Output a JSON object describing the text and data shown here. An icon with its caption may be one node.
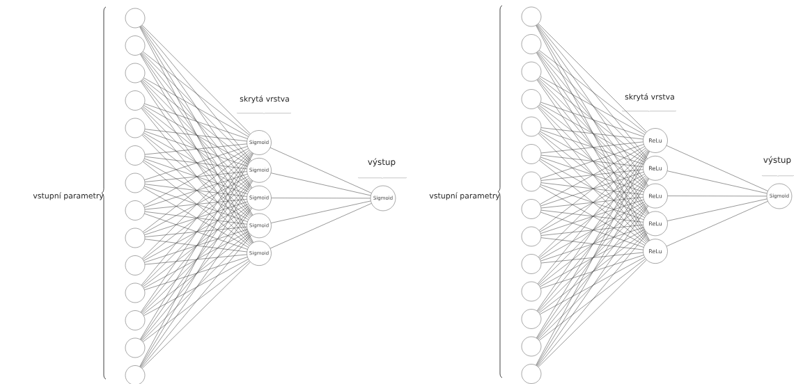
{
  "diagram": {
    "nodes": [
      {
        "text": [],
        "shape": "circle"
      },
      {
        "text": [],
        "shape": "circle"
      },
      {
        "text": [],
        "shape": "circle"
      },
      {
        "text": [],
        "shape": "circle"
      },
      {
        "text": [],
        "shape": "circle"
      },
      {
        "text": [],
        "shape": "circle"
      },
      {
        "text": [],
        "shape": "circle"
      },
      {
        "text": [],
        "shape": "circle"
      },
      {
        "text": [],
        "shape": "circle"
      },
      {
        "text": [],
        "shape": "circle"
      },
      {
        "text": [],
        "shape": "circle"
      },
      {
        "text": [],
        "shape": "circle"
      },
      {
        "text": [],
        "shape": "circle"
      },
      {
        "text": [],
        "shape": "circle"
      },
      {
        "text": [
          "Sigmoid"
        ]
      },
      {
        "text": [
          "Sigmoid"
        ]
      },
      {
        "text": [
          "Sigmoid"
        ]
      },
      {
        "text": [
          "Sigmoid"
        ]
      },
      {
        "text": [
          "Sigmoid"
        ]
      },
      {
        "text": [
          "Sigmoid"
        ]
      },
      {
        "text": [],
        "shape": "circle"
      },
      {
        "text": [],
        "shape": "circle"
      },
      {
        "text": [],
        "shape": "circle"
      },
      {
        "text": [],
        "shape": "circle"
      },
      {
        "text": [],
        "shape": "circle"
      },
      {
        "text": [],
        "shape": "circle"
      },
      {
        "text": [],
        "shape": "circle"
      },
      {
        "text": [],
        "shape": "circle"
      },
      {
        "text": [],
        "shape": "circle"
      },
      {
        "text": [],
        "shape": "circle"
      },
      {
        "text": [],
        "shape": "circle"
      },
      {
        "text": [],
        "shape": "circle"
      },
      {
        "text": [],
        "shape": "circle"
      },
      {
        "text": [],
        "shape": "circle"
      },
      {
        "text": [
          "ReLu"
        ]
      },
      {
        "text": [
          "ReLu"
        ]
      },
      {
        "text": [
          "ReLu"
        ]
      },
      {
        "text": [
          "ReLu"
        ]
      },
      {
        "text": [
          "ReLu"
        ]
      },
      {
        "text": [
          "Sigmoid"
        ]
      }
    ],
    "edges": [
      {
        "from": 0,
        "to": 14,
        "arrow": "none"
      },
      {
        "from": 0,
        "to": 15,
        "arrow": "none"
      },
      {
        "from": 0,
        "to": 16,
        "arrow": "none"
      },
      {
        "from": 0,
        "to": 17,
        "arrow": "none"
      },
      {
        "from": 0,
        "to": 18,
        "arrow": "none"
      },
      {
        "from": 1,
        "to": 14,
        "arrow": "none"
      },
      {
        "from": 1,
        "to": 15,
        "arrow": "none"
      },
      {
        "from": 1,
        "to": 16,
        "arrow": "none"
      },
      {
        "from": 1,
        "to": 17,
        "arrow": "none"
      },
      {
        "from": 1,
        "to": 18,
        "arrow": "none"
      },
      {
        "from": 2,
        "to": 14,
        "arrow": "none"
      },
      {
        "from": 2,
        "to": 15,
        "arrow": "none"
      },
      {
        "from": 2,
        "to": 16,
        "arrow": "none"
      },
      {
        "from": 2,
        "to": 17,
        "arrow": "none"
      },
      {
        "from": 2,
        "to": 18,
        "arrow": "none"
      },
      {
        "from": 3,
        "to": 14,
        "arrow": "none"
      },
      {
        "from": 3,
        "to": 15,
        "arrow": "none"
      },
      {
        "from": 3,
        "to": 16,
        "arrow": "none"
      },
      {
        "from": 3,
        "to": 17,
        "arrow": "none"
      },
      {
        "from": 3,
        "to": 18,
        "arrow": "none"
      },
      {
        "from": 4,
        "to": 14,
        "arrow": "none"
      },
      {
        "from": 4,
        "to": 15,
        "arrow": "none"
      },
      {
        "from": 4,
        "to": 16,
        "arrow": "none"
      },
      {
        "from": 4,
        "to": 17,
        "arrow": "none"
      },
      {
        "from": 4,
        "to": 18,
        "arrow": "none"
      },
      {
        "from": 5,
        "to": 14,
        "arrow": "none"
      },
      {
        "from": 5,
        "to": 15,
        "arrow": "none"
      },
      {
        "from": 5,
        "to": 16,
        "arrow": "none"
      },
      {
        "from": 5,
        "to": 17,
        "arrow": "none"
      },
      {
        "from": 5,
        "to": 18,
        "arrow": "none"
      },
      {
        "from": 6,
        "to": 14,
        "arrow": "none"
      },
      {
        "from": 6,
        "to": 15,
        "arrow": "none"
      },
      {
        "from": 6,
        "to": 16,
        "arrow": "none"
      },
      {
        "from": 6,
        "to": 17,
        "arrow": "none"
      },
      {
        "from": 6,
        "to": 18,
        "arrow": "none"
      },
      {
        "from": 7,
        "to": 14,
        "arrow": "none"
      },
      {
        "from": 7,
        "to": 15,
        "arrow": "none"
      },
      {
        "from": 7,
        "to": 16,
        "arrow": "none"
      },
      {
        "from": 7,
        "to": 17,
        "arrow": "none"
      },
      {
        "from": 7,
        "to": 18,
        "arrow": "none"
      },
      {
        "from": 8,
        "to": 14,
        "arrow": "none"
      },
      {
        "from": 8,
        "to": 15,
        "arrow": "none"
      },
      {
        "from": 8,
        "to": 16,
        "arrow": "none"
      },
      {
        "from": 8,
        "to": 17,
        "arrow": "none"
      },
      {
        "from": 8,
        "to": 18,
        "arrow": "none"
      },
      {
        "from": 9,
        "to": 14,
        "arrow": "none"
      },
      {
        "from": 9,
        "to": 15,
        "arrow": "none"
      },
      {
        "from": 9,
        "to": 16,
        "arrow": "none"
      },
      {
        "from": 9,
        "to": 17,
        "arrow": "none"
      },
      {
        "from": 9,
        "to": 18,
        "arrow": "none"
      },
      {
        "from": 10,
        "to": 14,
        "arrow": "none"
      },
      {
        "from": 10,
        "to": 15,
        "arrow": "none"
      },
      {
        "from": 10,
        "to": 16,
        "arrow": "none"
      },
      {
        "from": 10,
        "to": 17,
        "arrow": "none"
      },
      {
        "from": 10,
        "to": 18,
        "arrow": "none"
      },
      {
        "from": 11,
        "to": 14,
        "arrow": "none"
      },
      {
        "from": 11,
        "to": 15,
        "arrow": "none"
      },
      {
        "from": 11,
        "to": 16,
        "arrow": "none"
      },
      {
        "from": 11,
        "to": 17,
        "arrow": "none"
      },
      {
        "from": 11,
        "to": 18,
        "arrow": "none"
      },
      {
        "from": 12,
        "to": 14,
        "arrow": "none"
      },
      {
        "from": 12,
        "to": 15,
        "arrow": "none"
      },
      {
        "from": 12,
        "to": 16,
        "arrow": "none"
      },
      {
        "from": 12,
        "to": 17,
        "arrow": "none"
      },
      {
        "from": 12,
        "to": 18,
        "arrow": "none"
      },
      {
        "from": 13,
        "to": 14,
        "arrow": "none"
      },
      {
        "from": 13,
        "to": 15,
        "arrow": "none"
      },
      {
        "from": 13,
        "to": 16,
        "arrow": "none"
      },
      {
        "from": 13,
        "to": 17,
        "arrow": "none"
      },
      {
        "from": 13,
        "to": 18,
        "arrow": "none"
      },
      {
        "from": 14,
        "to": 19,
        "arrow": "none"
      },
      {
        "from": 15,
        "to": 19,
        "arrow": "none"
      },
      {
        "from": 16,
        "to": 19,
        "arrow": "none"
      },
      {
        "from": 17,
        "to": 19,
        "arrow": "none"
      },
      {
        "from": 18,
        "to": 19,
        "arrow": "none"
      },
      {
        "from": 20,
        "to": 34,
        "arrow": "none"
      },
      {
        "from": 20,
        "to": 35,
        "arrow": "none"
      },
      {
        "from": 20,
        "to": 36,
        "arrow": "none"
      },
      {
        "from": 20,
        "to": 37,
        "arrow": "none"
      },
      {
        "from": 20,
        "to": 38,
        "arrow": "none"
      },
      {
        "from": 21,
        "to": 34,
        "arrow": "none"
      },
      {
        "from": 21,
        "to": 35,
        "arrow": "none"
      },
      {
        "from": 21,
        "to": 36,
        "arrow": "none"
      },
      {
        "from": 21,
        "to": 37,
        "arrow": "none"
      },
      {
        "from": 21,
        "to": 38,
        "arrow": "none"
      },
      {
        "from": 22,
        "to": 34,
        "arrow": "none"
      },
      {
        "from": 22,
        "to": 35,
        "arrow": "none"
      },
      {
        "from": 22,
        "to": 36,
        "arrow": "none"
      },
      {
        "from": 22,
        "to": 37,
        "arrow": "none"
      },
      {
        "from": 22,
        "to": 38,
        "arrow": "none"
      },
      {
        "from": 23,
        "to": 34,
        "arrow": "none"
      },
      {
        "from": 23,
        "to": 35,
        "arrow": "none"
      },
      {
        "from": 23,
        "to": 36,
        "arrow": "none"
      },
      {
        "from": 23,
        "to": 37,
        "arrow": "none"
      },
      {
        "from": 23,
        "to": 38,
        "arrow": "none"
      },
      {
        "from": 24,
        "to": 34,
        "arrow": "none"
      },
      {
        "from": 24,
        "to": 35,
        "arrow": "none"
      },
      {
        "from": 24,
        "to": 36,
        "arrow": "none"
      },
      {
        "from": 24,
        "to": 37,
        "arrow": "none"
      },
      {
        "from": 24,
        "to": 38,
        "arrow": "none"
      },
      {
        "from": 25,
        "to": 34,
        "arrow": "none"
      },
      {
        "from": 25,
        "to": 35,
        "arrow": "none"
      },
      {
        "from": 25,
        "to": 36,
        "arrow": "none"
      },
      {
        "from": 25,
        "to": 37,
        "arrow": "none"
      },
      {
        "from": 25,
        "to": 38,
        "arrow": "none"
      },
      {
        "from": 26,
        "to": 34,
        "arrow": "none"
      },
      {
        "from": 26,
        "to": 35,
        "arrow": "none"
      },
      {
        "from": 26,
        "to": 36,
        "arrow": "none"
      },
      {
        "from": 26,
        "to": 37,
        "arrow": "none"
      },
      {
        "from": 26,
        "to": 38,
        "arrow": "none"
      },
      {
        "from": 27,
        "to": 34,
        "arrow": "none"
      },
      {
        "from": 27,
        "to": 35,
        "arrow": "none"
      },
      {
        "from": 27,
        "to": 36,
        "arrow": "none"
      },
      {
        "from": 27,
        "to": 37,
        "arrow": "none"
      },
      {
        "from": 27,
        "to": 38,
        "arrow": "none"
      },
      {
        "from": 28,
        "to": 34,
        "arrow": "none"
      },
      {
        "from": 28,
        "to": 35,
        "arrow": "none"
      },
      {
        "from": 28,
        "to": 36,
        "arrow": "none"
      },
      {
        "from": 28,
        "to": 37,
        "arrow": "none"
      },
      {
        "from": 28,
        "to": 38,
        "arrow": "none"
      },
      {
        "from": 29,
        "to": 34,
        "arrow": "none"
      },
      {
        "from": 29,
        "to": 35,
        "arrow": "none"
      },
      {
        "from": 29,
        "to": 36,
        "arrow": "none"
      },
      {
        "from": 29,
        "to": 37,
        "arrow": "none"
      },
      {
        "from": 29,
        "to": 38,
        "arrow": "none"
      },
      {
        "from": 30,
        "to": 34,
        "arrow": "none"
      },
      {
        "from": 30,
        "to": 35,
        "arrow": "none"
      },
      {
        "from": 30,
        "to": 36,
        "arrow": "none"
      },
      {
        "from": 30,
        "to": 37,
        "arrow": "none"
      },
      {
        "from": 30,
        "to": 38,
        "arrow": "none"
      },
      {
        "from": 31,
        "to": 34,
        "arrow": "none"
      },
      {
        "from": 31,
        "to": 35,
        "arrow": "none"
      },
      {
        "from": 31,
        "to": 36,
        "arrow": "none"
      },
      {
        "from": 31,
        "to": 37,
        "arrow": "none"
      },
      {
        "from": 31,
        "to": 38,
        "arrow": "none"
      },
      {
        "from": 32,
        "to": 34,
        "arrow": "none"
      },
      {
        "from": 32,
        "to": 35,
        "arrow": "none"
      },
      {
        "from": 32,
        "to": 36,
        "arrow": "none"
      },
      {
        "from": 32,
        "to": 37,
        "arrow": "none"
      },
      {
        "from": 32,
        "to": 38,
        "arrow": "none"
      },
      {
        "from": 33,
        "to": 34,
        "arrow": "none"
      },
      {
        "from": 33,
        "to": 35,
        "arrow": "none"
      },
      {
        "from": 33,
        "to": 36,
        "arrow": "none"
      },
      {
        "from": 33,
        "to": 37,
        "arrow": "none"
      },
      {
        "from": 33,
        "to": 38,
        "arrow": "none"
      },
      {
        "from": 34,
        "to": 39,
        "arrow": "none"
      },
      {
        "from": 35,
        "to": 39,
        "arrow": "none"
      },
      {
        "from": 36,
        "to": 39,
        "arrow": "none"
      },
      {
        "from": 37,
        "to": 39,
        "arrow": "none"
      },
      {
        "from": 38,
        "to": 39,
        "arrow": "none"
      }
    ],
    "labels": [
      "vstupní parametry",
      "skrytá vrstva",
      "výstup",
      "vstupní parametry",
      "skrytá vrstva",
      "výstup"
    ]
  }
}
